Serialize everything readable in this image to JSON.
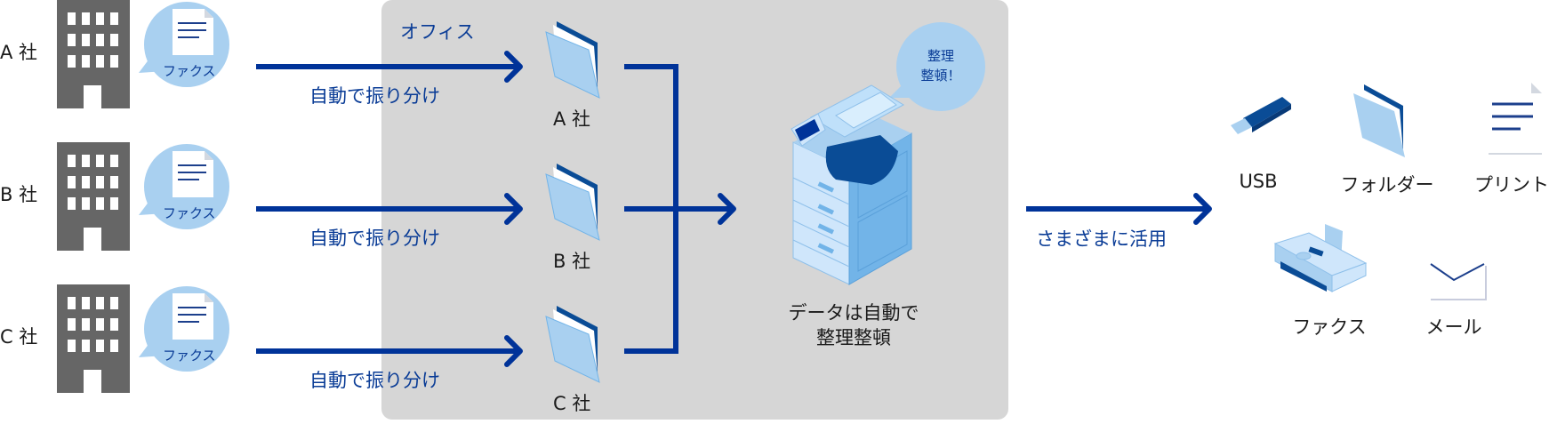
{
  "colors": {
    "arrow": "#003399",
    "panel": "#d6d6d6",
    "building": "#666666",
    "bubble": "#a9d0f0",
    "text_blue": "#0a3c96",
    "folder_light": "#a9d0f0",
    "folder_dark": "#0a4c96"
  },
  "office_label": "オフィス",
  "companies": [
    {
      "name": "A 社",
      "fax_label": "ファクス",
      "route_label": "自動で振り分け",
      "folder_label": "A 社"
    },
    {
      "name": "B 社",
      "fax_label": "ファクス",
      "route_label": "自動で振り分け",
      "folder_label": "B 社"
    },
    {
      "name": "C 社",
      "fax_label": "ファクス",
      "route_label": "自動で振り分け",
      "folder_label": "C 社"
    }
  ],
  "mfp": {
    "bubble_line1": "整理",
    "bubble_line2": "整頓！",
    "caption_line1": "データは自動で",
    "caption_line2": "整理整頓"
  },
  "output": {
    "arrow_label": "さまざまに活用",
    "items": [
      {
        "icon": "usb-icon",
        "label": "USB"
      },
      {
        "icon": "folder-icon",
        "label": "フォルダー"
      },
      {
        "icon": "print-icon",
        "label": "プリント"
      },
      {
        "icon": "fax-machine-icon",
        "label": "ファクス"
      },
      {
        "icon": "mail-icon",
        "label": "メール"
      }
    ]
  }
}
